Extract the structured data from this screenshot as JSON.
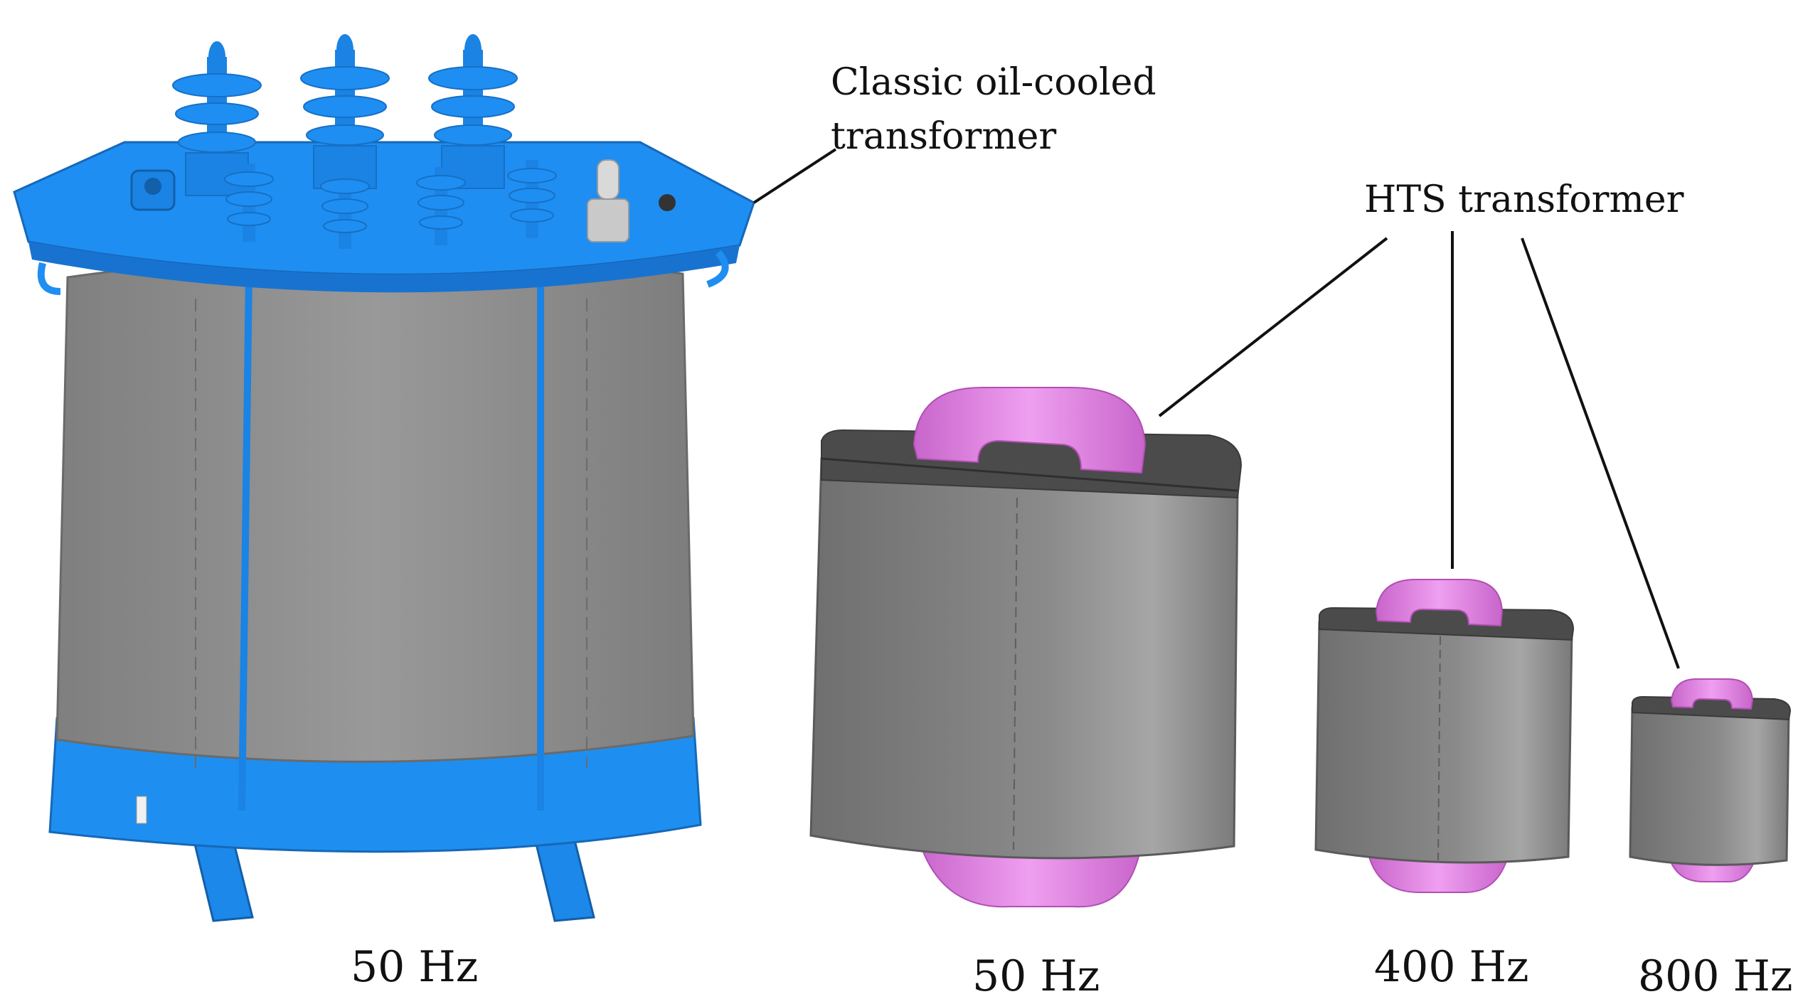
{
  "callouts": {
    "classic": {
      "line1": "Classic oil-cooled",
      "line2": "transformer"
    },
    "hts": "HTS transformer"
  },
  "frequencies": {
    "classic": "50 Hz",
    "hts_large": "50 Hz",
    "hts_medium": "400 Hz",
    "hts_small": "800 Hz"
  },
  "colors": {
    "classic_frame": "#1e8ff0",
    "classic_body": "#8c8c8c",
    "hts_core": "#7a7a7a",
    "hts_core_top": "#4d4d4d",
    "hts_winding": "#e48ce6",
    "leader_line": "#111111"
  }
}
